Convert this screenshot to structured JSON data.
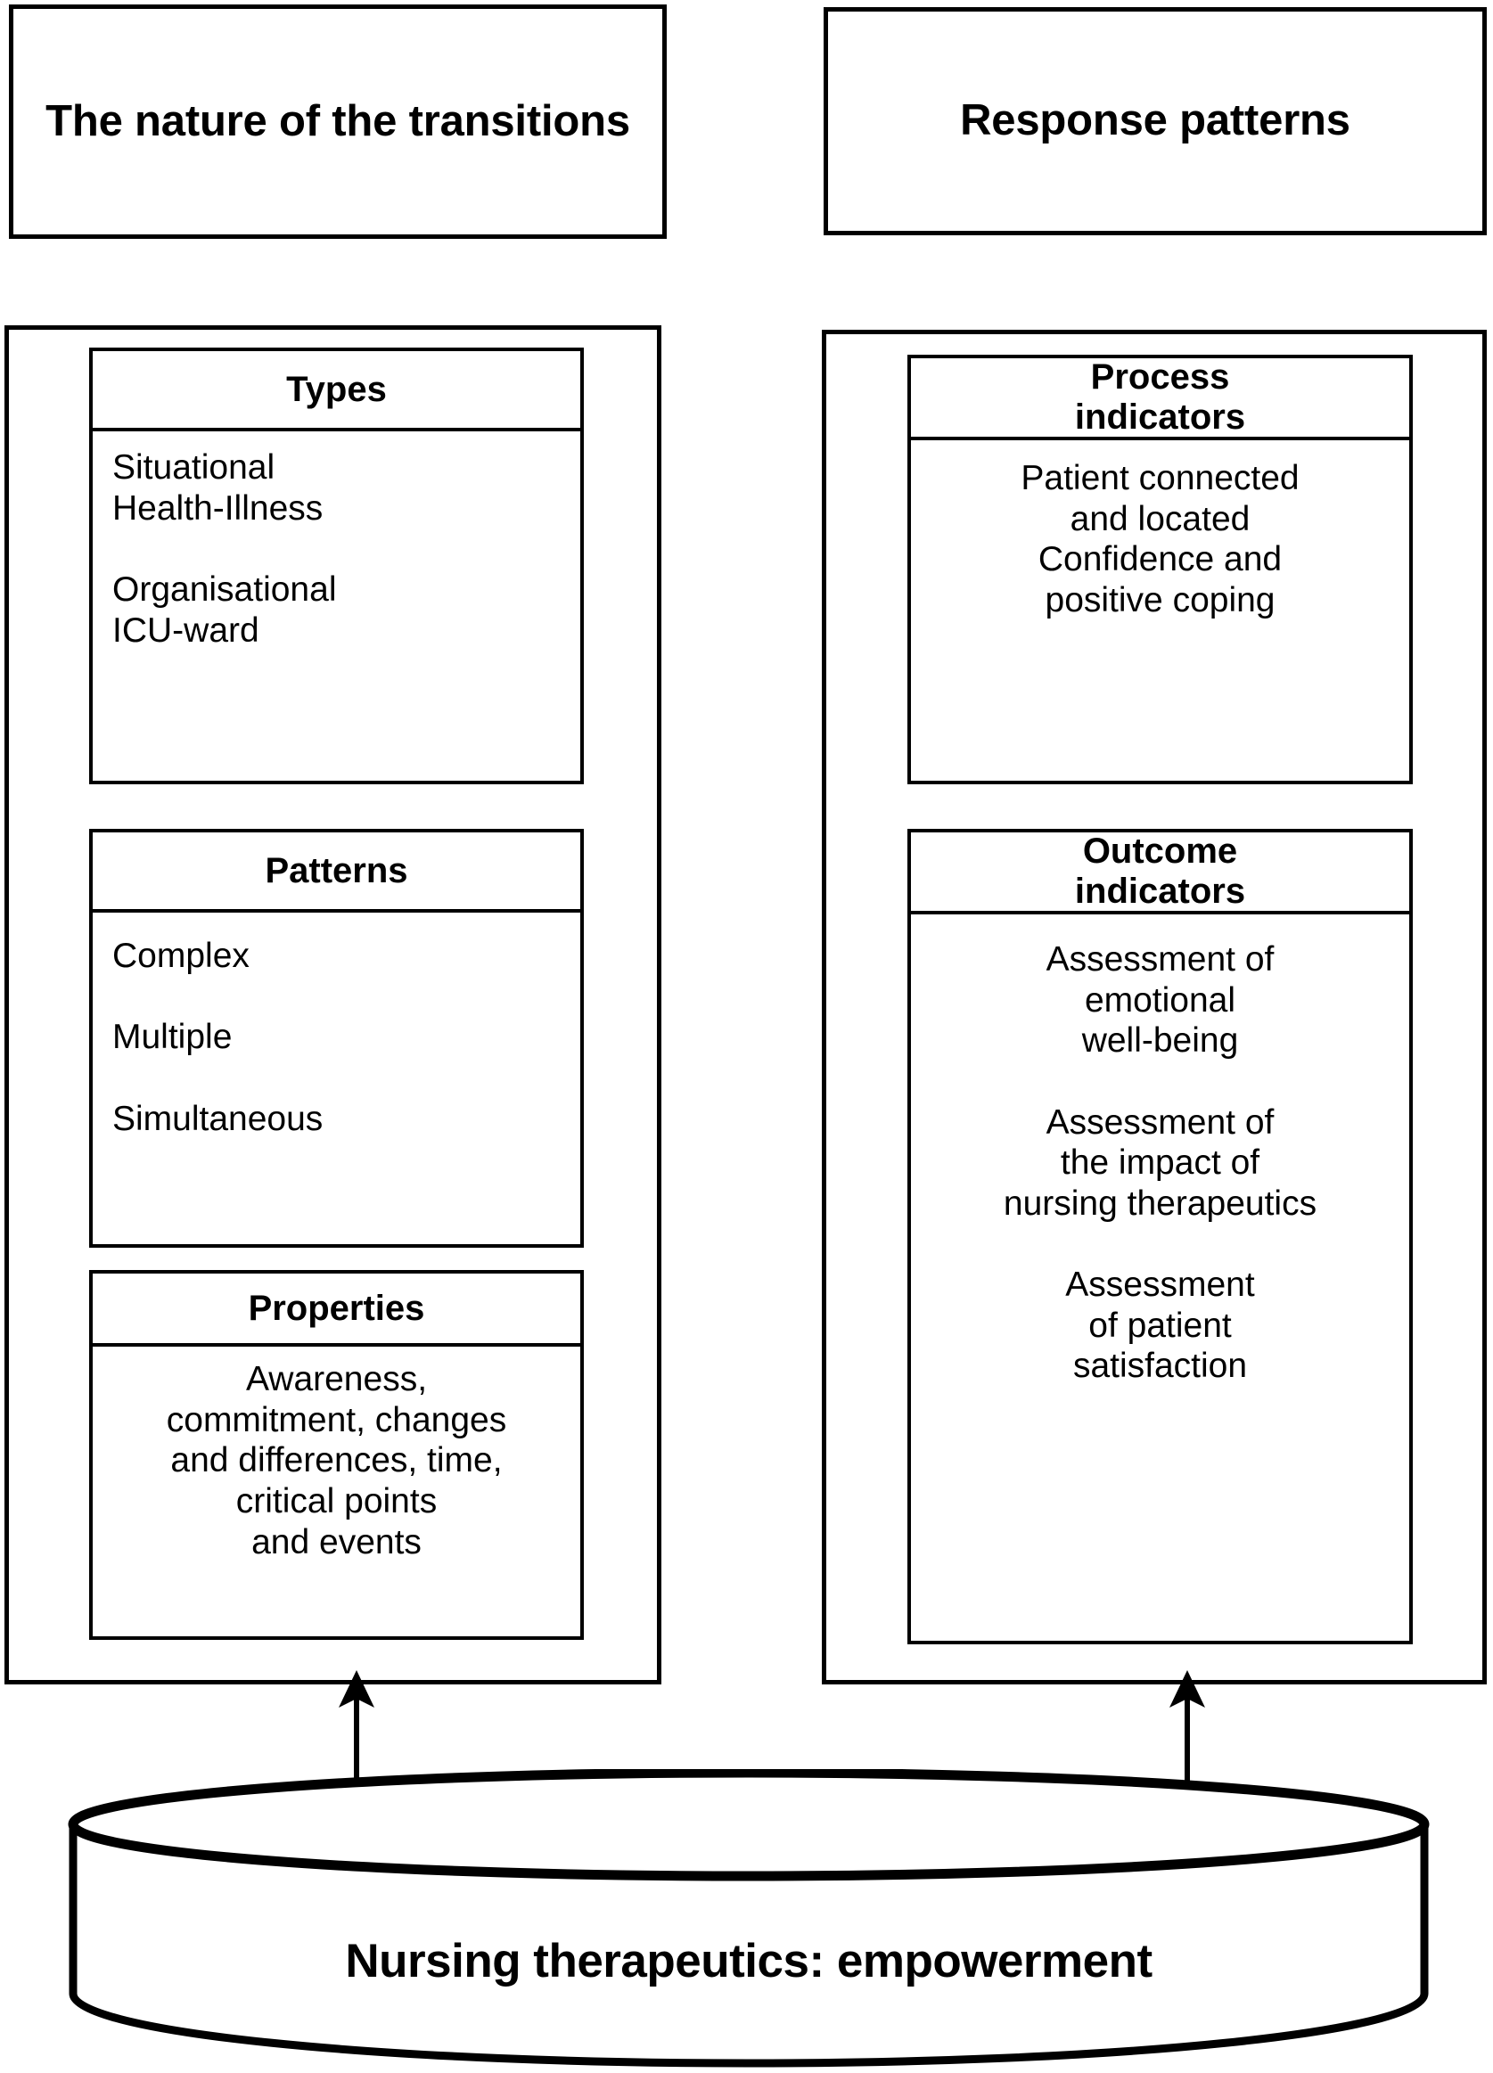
{
  "diagram": {
    "title_left": "The nature of the\ntransitions",
    "title_right": "Response\npatterns"
  },
  "left_column": {
    "header": "The nature of the\ntransitions",
    "panels": [
      {
        "title": "Types",
        "body": "Situational\nHealth-Illness\n\nOrganisational\nICU-ward",
        "align": "left"
      },
      {
        "title": "Patterns",
        "body": "Complex\n\nMultiple\n\nSimultaneous",
        "align": "left"
      },
      {
        "title": "Properties",
        "body": "Awareness,\ncommitment, changes\nand differences, time,\ncritical points\nand events",
        "align": "center"
      }
    ]
  },
  "right_column": {
    "header": "Response\npatterns",
    "panels": [
      {
        "title": "Process\nindicators",
        "body": "Patient connected\nand located\nConfidence and\npositive coping",
        "align": "center"
      },
      {
        "title": "Outcome\nindicators",
        "body": "Assessment of\nemotional\nwell-being\n\nAssessment of\nthe impact of\nnursing therapeutics\n\nAssessment\nof patient\nsatisfaction",
        "align": "center"
      }
    ]
  },
  "foundation": {
    "label": "Nursing therapeutics: empowerment",
    "shape": "cylinder"
  },
  "connectors": [
    {
      "name": "arrow-cylinder-to-left-column",
      "direction": "up"
    },
    {
      "name": "arrow-cylinder-to-right-column",
      "direction": "up"
    }
  ],
  "colors": {
    "stroke": "#000000",
    "fill": "#ffffff"
  }
}
